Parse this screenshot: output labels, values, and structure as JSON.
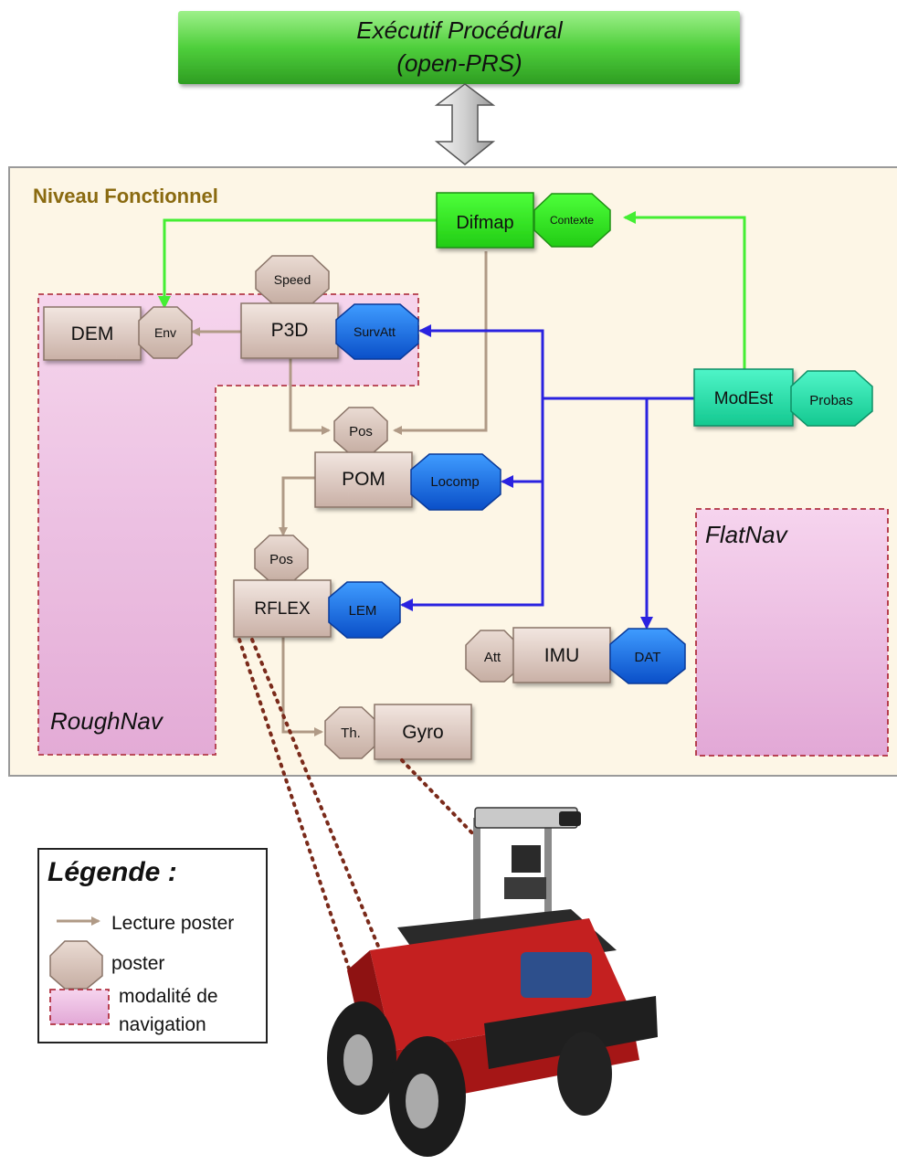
{
  "executive": {
    "line1": "Exécutif Procédural",
    "line2": "(open-PRS)"
  },
  "functional_level": {
    "title": "Niveau Fonctionnel"
  },
  "modalities": {
    "roughnav": "RoughNav",
    "flatnav": "FlatNav"
  },
  "modules": {
    "difmap": "Difmap",
    "dem": "DEM",
    "p3d": "P3D",
    "pom": "POM",
    "rflex": "RFLEX",
    "imu": "IMU",
    "gyro": "Gyro",
    "modest": "ModEst"
  },
  "posters": {
    "contexte": "Contexte",
    "speed": "Speed",
    "env": "Env",
    "survatt": "SurvAtt",
    "pos_pom": "Pos",
    "locomp": "Locomp",
    "pos_rflex": "Pos",
    "lem": "LEM",
    "att": "Att",
    "dat": "DAT",
    "th": "Th.",
    "probas": "Probas"
  },
  "legend": {
    "title": "Légende :",
    "read_poster": "Lecture poster",
    "poster": "poster",
    "modality_line1": "modalité de",
    "modality_line2": "navigation"
  },
  "colors": {
    "exec_green": "#4fcf3c",
    "difmap_green": "#33ee22",
    "modest_teal": "#22e0b0",
    "poster_blue": "#1a6fe8",
    "poster_tan": "#d6c2b8",
    "module_tan": "#d8c4bc",
    "arrow_brown": "#b09a86",
    "arrow_blue": "#2a22e0",
    "arrow_green": "#44ee33",
    "modality_pink": "#f2c6e8",
    "panel_bg": "#fdf6e6",
    "title_gold": "#8a6a10"
  }
}
